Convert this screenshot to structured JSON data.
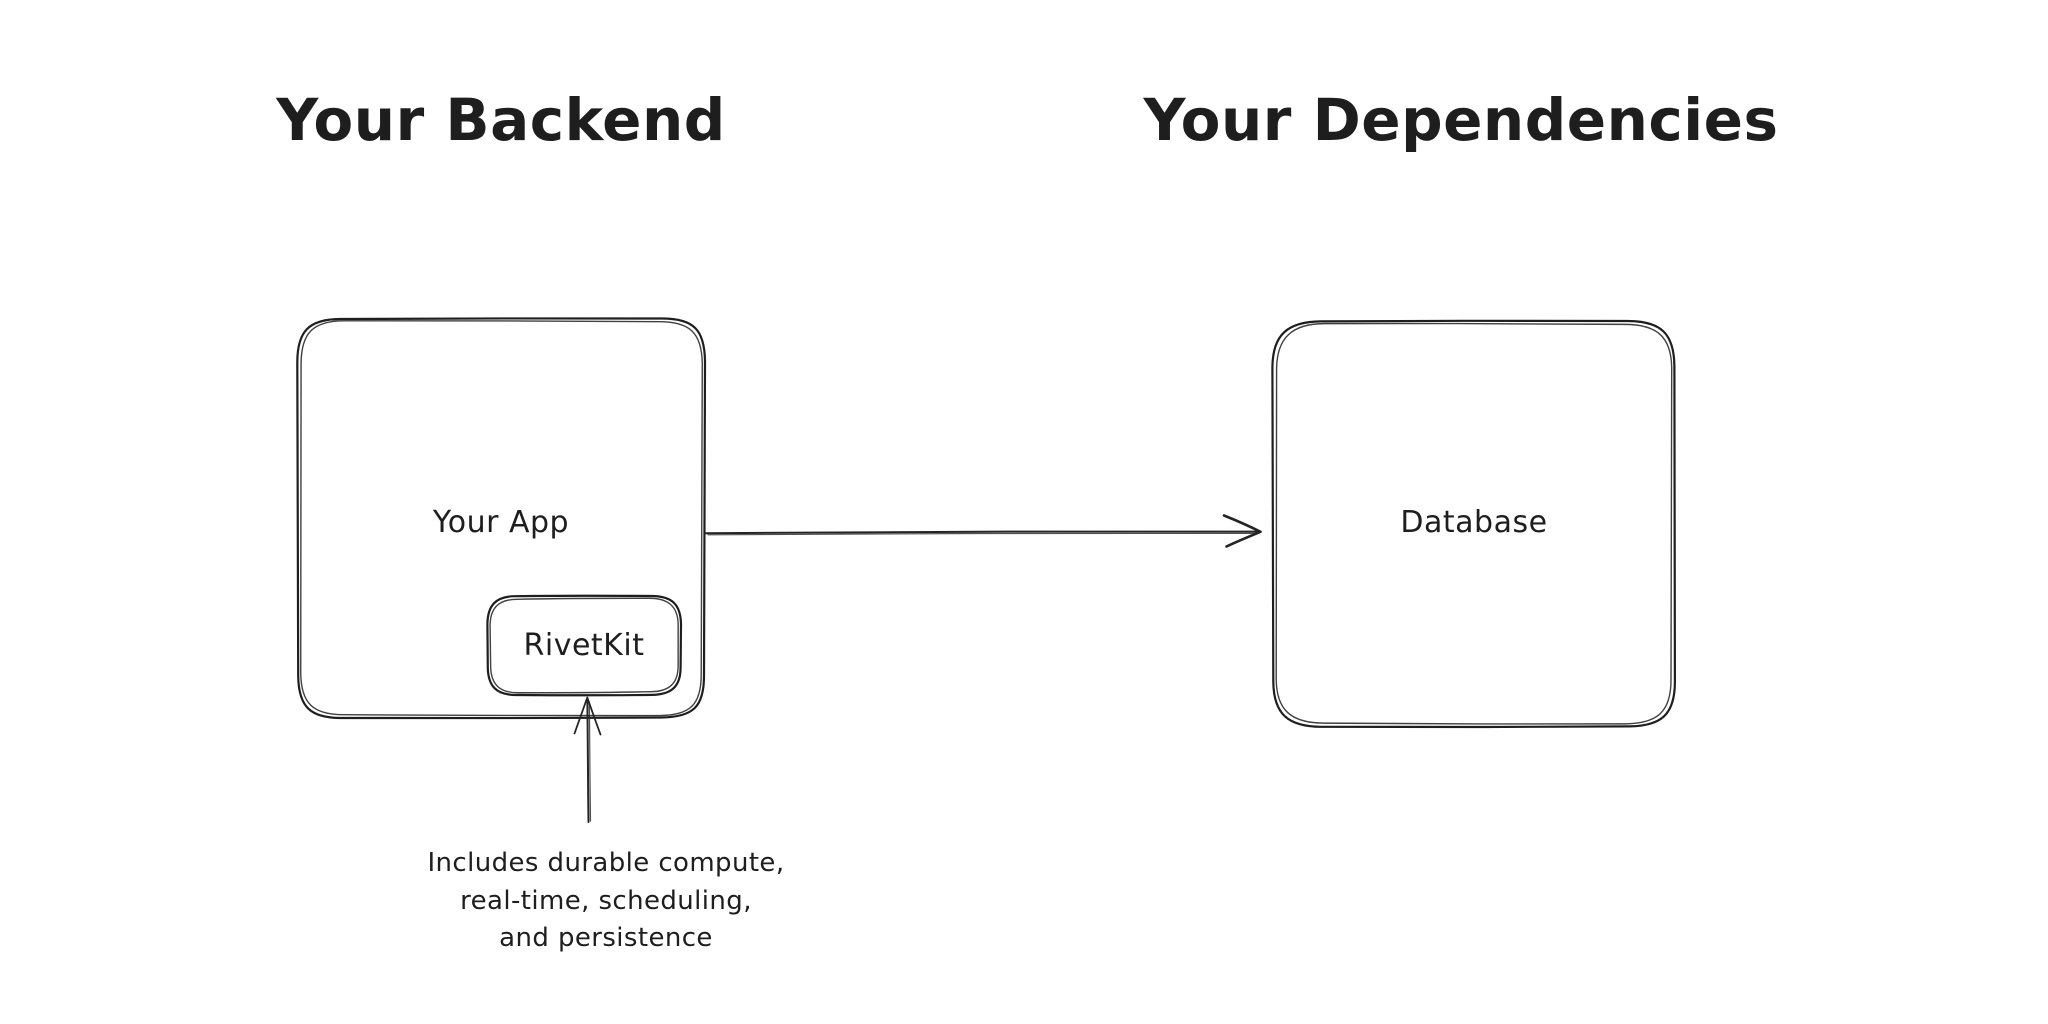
{
  "page": {
    "background_color": "#ffffff",
    "ink_color": "#1e1e1e",
    "style": "hand-drawn whiteboard diagram"
  },
  "titles": {
    "left": "Your Backend",
    "right": "Your Dependencies"
  },
  "nodes": {
    "your_app": {
      "label": "Your App"
    },
    "rivetkit": {
      "label": "RivetKit"
    },
    "database": {
      "label": "Database"
    }
  },
  "annotation": {
    "lines": [
      "Includes durable compute,",
      "real-time, scheduling,",
      "and persistence"
    ],
    "points_to": "RivetKit"
  }
}
